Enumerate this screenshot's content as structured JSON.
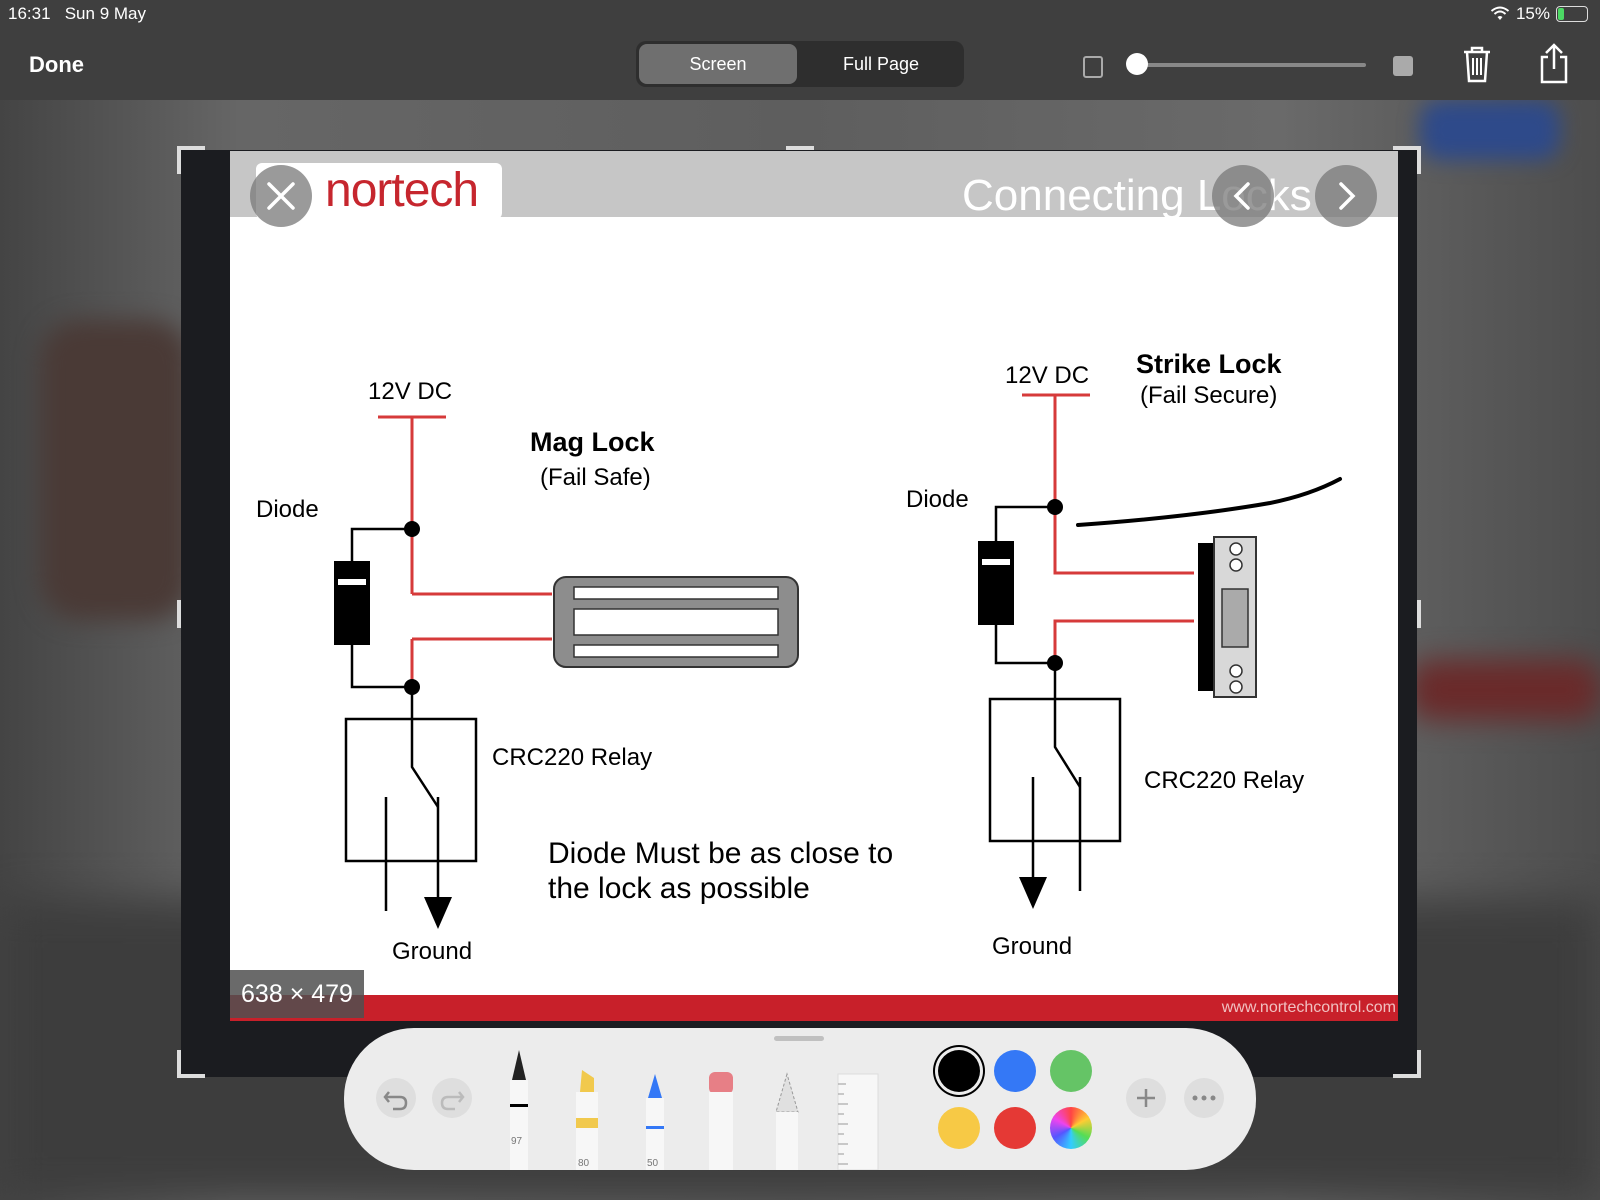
{
  "status_bar": {
    "time": "16:31",
    "date": "Sun 9 May",
    "battery": "15%"
  },
  "toolbar": {
    "done_label": "Done",
    "segments": [
      "Screen",
      "Full Page"
    ],
    "selected_segment": "Screen"
  },
  "slide": {
    "logo": "nortech",
    "title": "Connecting Locks",
    "footer_url": "www.nortechcontrol.com",
    "left_circuit": {
      "supply": "12V DC",
      "lock_name": "Mag Lock",
      "lock_mode": "(Fail Safe)",
      "diode_label": "Diode",
      "relay_label": "CRC220 Relay",
      "ground_label": "Ground"
    },
    "right_circuit": {
      "supply": "12V DC",
      "lock_name": "Strike Lock",
      "lock_mode": "(Fail Secure)",
      "diode_label": "Diode",
      "relay_label": "CRC220 Relay",
      "ground_label": "Ground"
    },
    "note_line1": "Diode Must be as close to",
    "note_line2": "the lock as possible"
  },
  "image_dimensions": "638 × 479",
  "markup": {
    "pen_size": "97",
    "marker_size": "80",
    "pencil_size": "50",
    "colors": [
      "#000000",
      "#3478f6",
      "#65c466",
      "#f7c945",
      "#e53935"
    ]
  }
}
